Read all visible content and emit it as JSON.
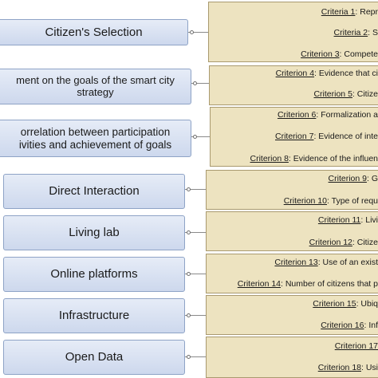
{
  "groups": [
    {
      "label_lines": [
        "Citizen's Selection"
      ],
      "criteria": [
        {
          "head": "Criteria 1",
          "rest": ": Repr"
        },
        {
          "head": "Criteria 2",
          "rest": ": S"
        },
        {
          "head": "Criterion 3",
          "rest": ": Compete"
        }
      ]
    },
    {
      "label_lines": [
        "ment on the goals of the smart city",
        "strategy"
      ],
      "criteria": [
        {
          "head": "Criterion 4",
          "rest": ": Evidence that ci"
        },
        {
          "head": "Criterion 5",
          "rest": ": Citize"
        }
      ]
    },
    {
      "label_lines": [
        "orrelation between participation",
        "ivities and achievement of goals"
      ],
      "criteria": [
        {
          "head": "Criterion 6",
          "rest": ": Formalization a"
        },
        {
          "head": "Criterion 7",
          "rest": ": Evidence of inte"
        },
        {
          "head": "Criterion 8",
          "rest": ": Evidence of the influen"
        }
      ]
    },
    {
      "label_lines": [
        "Direct Interaction"
      ],
      "criteria": [
        {
          "head": "Criterion 9",
          "rest": ": G"
        },
        {
          "head": "Criterion 10",
          "rest": ": Type of requ"
        }
      ]
    },
    {
      "label_lines": [
        "Living lab"
      ],
      "criteria": [
        {
          "head": "Criterion 11",
          "rest": ": Livi"
        },
        {
          "head": "Criterion 12",
          "rest": ": Citize"
        }
      ]
    },
    {
      "label_lines": [
        "Online platforms"
      ],
      "criteria": [
        {
          "head": "Criterion 13",
          "rest": ": Use of an exist"
        },
        {
          "head": "Criterion 14",
          "rest": ": Number of citizens that p"
        }
      ]
    },
    {
      "label_lines": [
        "Infrastructure"
      ],
      "criteria": [
        {
          "head": "Criterion 15",
          "rest": ": Ubiq"
        },
        {
          "head": "Criterion 16",
          "rest": ": Inf"
        }
      ]
    },
    {
      "label_lines": [
        "Open Data"
      ],
      "criteria": [
        {
          "head": "Criterion 17",
          "rest": ""
        },
        {
          "head": "Criterion 18",
          "rest": ": Usi"
        }
      ]
    }
  ]
}
